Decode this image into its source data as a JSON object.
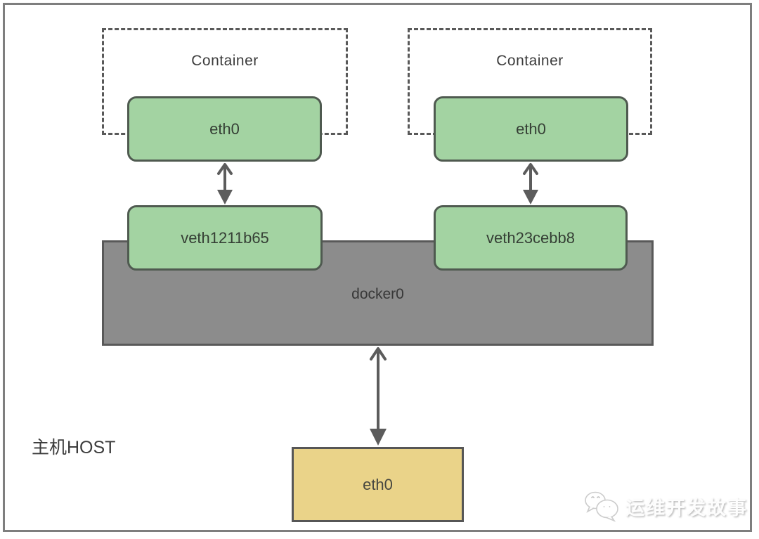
{
  "nodes": {
    "container1": {
      "label": "Container"
    },
    "container2": {
      "label": "Container"
    },
    "eth0_c1": {
      "label": "eth0"
    },
    "eth0_c2": {
      "label": "eth0"
    },
    "veth1": {
      "label": "veth1211b65"
    },
    "veth2": {
      "label": "veth23cebb8"
    },
    "docker0": {
      "label": "docker0"
    },
    "host": {
      "label": "主机HOST"
    },
    "eth0_host": {
      "label": "eth0"
    }
  },
  "watermark": {
    "text": "运维开发故事",
    "icon": "wechat-chat-bubbles-icon"
  },
  "colors": {
    "green_fill": "#a3d3a2",
    "green_border": "#4f5a50",
    "gray_fill": "#8c8c8c",
    "gray_border": "#595959",
    "yellow_fill": "#ead389",
    "yellow_border": "#565656",
    "dashed_border": "#595959",
    "arrow": "#5c5c5c",
    "frame_border": "#7e7e7e",
    "label_text": "#3c3c3c"
  }
}
